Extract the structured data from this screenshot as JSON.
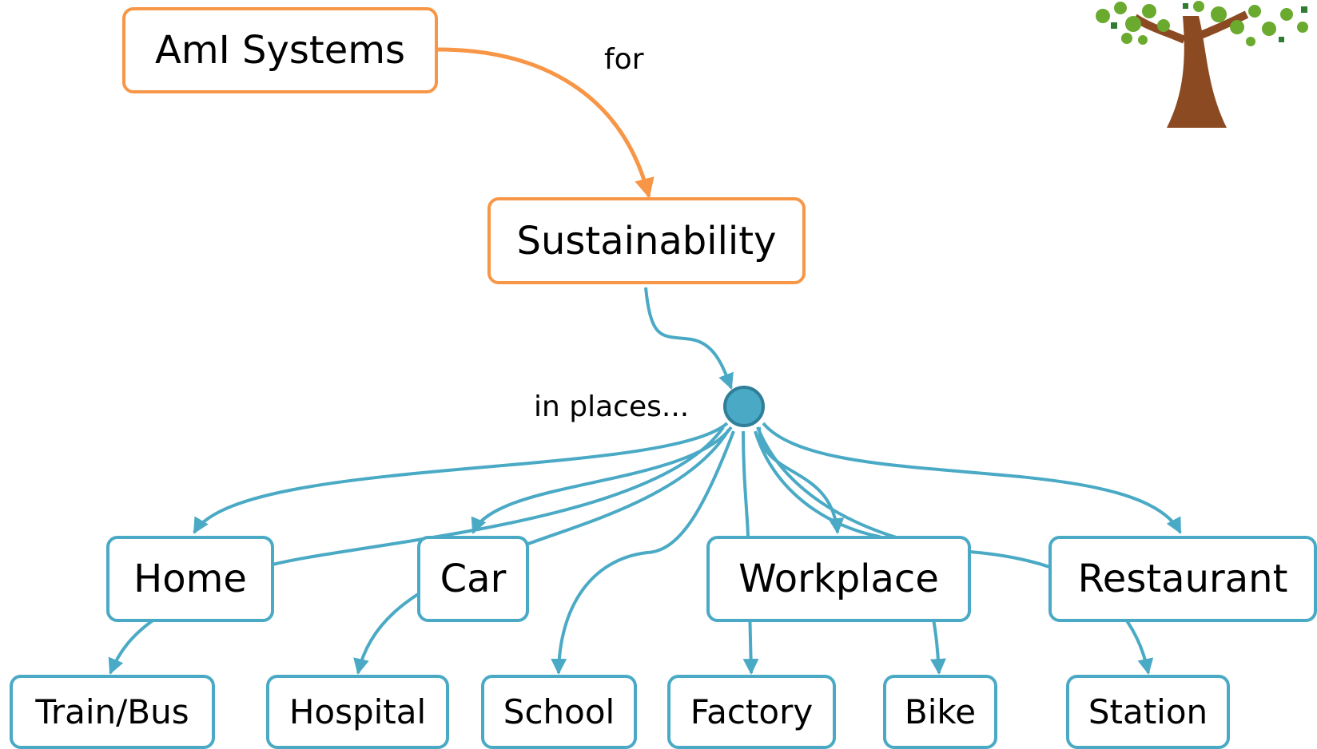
{
  "concepts": {
    "aml_systems": "AmI Systems",
    "sustainability": "Sustainability"
  },
  "links": {
    "for": "for",
    "in_places": "in places..."
  },
  "places_row1": {
    "home": "Home",
    "car": "Car",
    "workplace": "Workplace",
    "restaurant": "Restaurant"
  },
  "places_row2": {
    "train_bus": "Train/Bus",
    "hospital": "Hospital",
    "school": "School",
    "factory": "Factory",
    "bike": "Bike",
    "station": "Station"
  },
  "colors": {
    "orange": "#f79646",
    "blue": "#4aaac5",
    "tree_trunk": "#8b4a22",
    "tree_leaves": "#6aaa2e"
  },
  "icons": {
    "tree": "sustainability-tree-icon"
  }
}
